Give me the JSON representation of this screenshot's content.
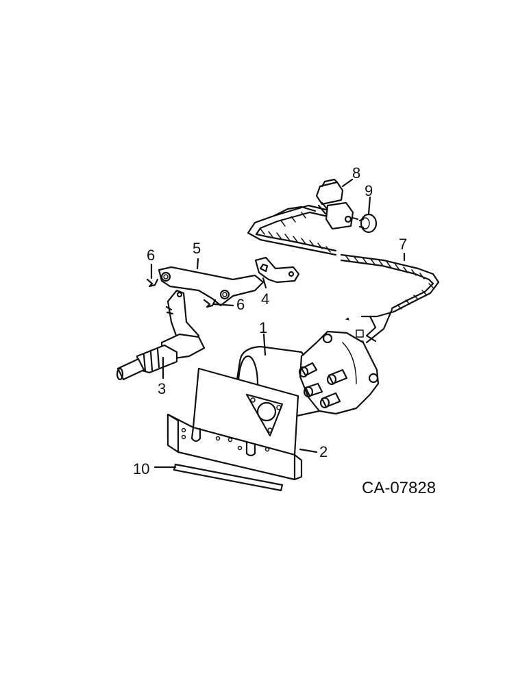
{
  "diagram": {
    "drawing_number": "CA-07828",
    "callouts": [
      {
        "id": "callout-1",
        "label": "1"
      },
      {
        "id": "callout-2",
        "label": "2"
      },
      {
        "id": "callout-3",
        "label": "3"
      },
      {
        "id": "callout-4",
        "label": "4"
      },
      {
        "id": "callout-5",
        "label": "5"
      },
      {
        "id": "callout-6a",
        "label": "6"
      },
      {
        "id": "callout-6b",
        "label": "6"
      },
      {
        "id": "callout-7",
        "label": "7"
      },
      {
        "id": "callout-8",
        "label": "8"
      },
      {
        "id": "callout-9",
        "label": "9"
      },
      {
        "id": "callout-10",
        "label": "10"
      }
    ]
  }
}
